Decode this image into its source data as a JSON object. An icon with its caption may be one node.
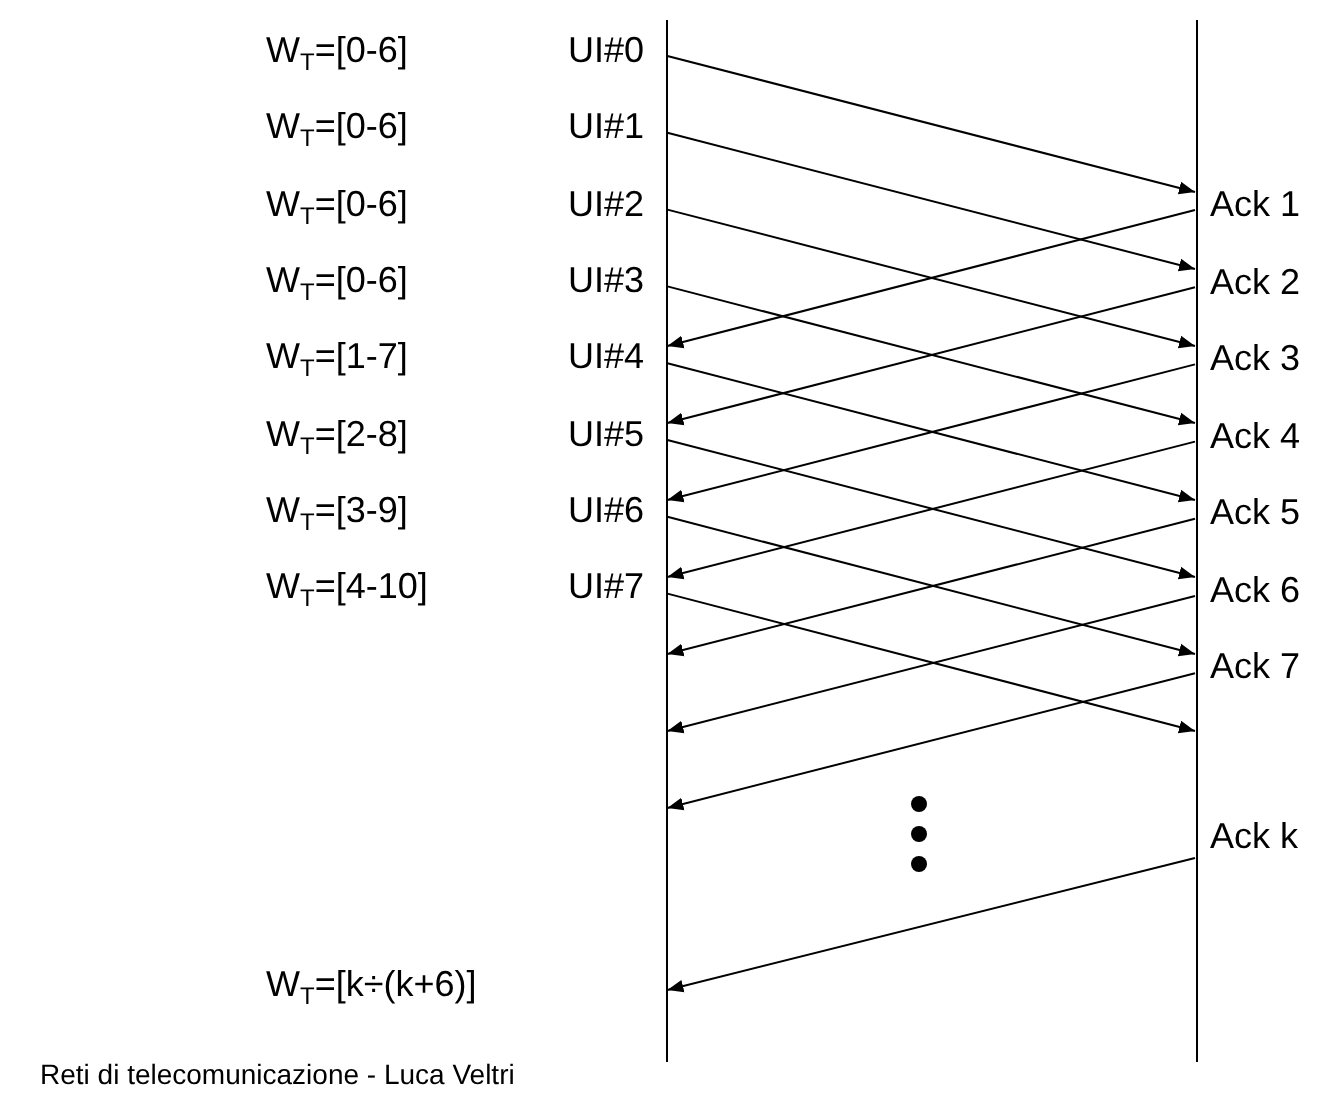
{
  "diagram": {
    "nodes": [
      {
        "text": [],
        "shape": "bar"
      },
      {
        "text": [],
        "shape": "bar"
      }
    ],
    "edges": [
      {
        "from": 0,
        "to": 1,
        "arrow": "to"
      },
      {
        "from": 0,
        "to": 1,
        "arrow": "to"
      },
      {
        "from": 0,
        "to": 1,
        "arrow": "to"
      },
      {
        "from": 0,
        "to": 1,
        "arrow": "to"
      },
      {
        "from": 0,
        "to": 1,
        "arrow": "to"
      },
      {
        "from": 0,
        "to": 1,
        "arrow": "to"
      },
      {
        "from": 0,
        "to": 1,
        "arrow": "to"
      },
      {
        "from": 0,
        "to": 1,
        "arrow": "to"
      },
      {
        "from": 1,
        "to": 0,
        "arrow": "to"
      },
      {
        "from": 1,
        "to": 0,
        "arrow": "to"
      },
      {
        "from": 1,
        "to": 0,
        "arrow": "to"
      },
      {
        "from": 1,
        "to": 0,
        "arrow": "to"
      },
      {
        "from": 1,
        "to": 0,
        "arrow": "to"
      },
      {
        "from": 1,
        "to": 0,
        "arrow": "to"
      },
      {
        "from": 1,
        "to": 0,
        "arrow": "to"
      },
      {
        "from": 1,
        "to": 0,
        "arrow": "to"
      }
    ],
    "labels": [
      "W$_{T}$=[0-6]",
      "UI#0",
      "W$_{T}$=[0-6]",
      "UI#1",
      "W$_{T}$=[0-6]",
      "UI#2",
      "W$_{T}$=[0-6]",
      "UI#3",
      "W$_{T}$=[1-7]",
      "UI#4",
      "W$_{T}$=[2-8]",
      "UI#5",
      "W$_{T}$=[3-9]",
      "UI#6",
      "W$_{T}$=[4-10]",
      "UI#7",
      "Ack 1",
      "Ack 2",
      "Ack 3",
      "Ack 4",
      "Ack 5",
      "Ack 6",
      "Ack 7",
      "Ack k",
      "W$_{T}$=[k÷(k+6)]",
      "Reti di telecomunicazione - Luca Veltri"
    ]
  }
}
